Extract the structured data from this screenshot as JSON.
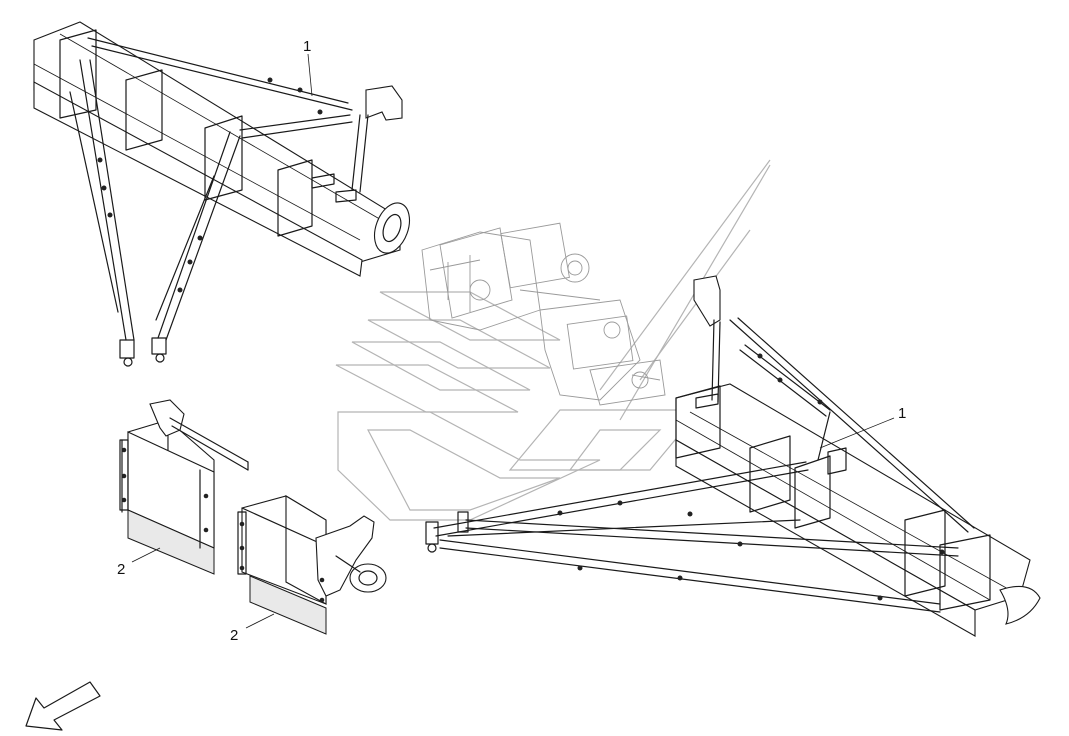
{
  "callouts": {
    "upper_boom": "1",
    "right_boom": "1",
    "left_guard": "2",
    "center_guard": "2"
  },
  "colors": {
    "line": "#1a1a1a",
    "background": "#ffffff",
    "rubber_flap": "#e9e9e9",
    "ghost_parts": "#9a9a9a",
    "watermark": "#b4b4b4"
  },
  "icons": {
    "direction_arrow": "arrow-down-left-icon"
  }
}
